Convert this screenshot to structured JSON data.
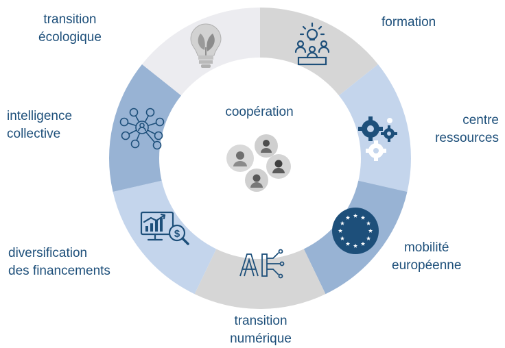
{
  "diagram": {
    "center": {
      "title": "coopération",
      "icon": "people-puzzle-icon"
    },
    "colors": {
      "text": "#1d4f7a",
      "ring_light_blue": "#c4d5ec",
      "ring_mid_blue": "#98b3d4",
      "ring_gray": "#d6d6d6",
      "ring_white": "#ececf0",
      "icon_dark": "#1d4f7a",
      "eu_blue": "#1d4f7a"
    },
    "segments": [
      {
        "id": "formation",
        "lines": [
          "formation"
        ],
        "icon": "training-lightbulb-icon"
      },
      {
        "id": "centre-ressources",
        "lines": [
          "centre",
          "ressources"
        ],
        "icon": "gears-icon"
      },
      {
        "id": "mobilite-europeenne",
        "lines": [
          "mobilité",
          "européenne"
        ],
        "icon": "eu-flag-icon"
      },
      {
        "id": "transition-numerique",
        "lines": [
          "transition",
          "numérique"
        ],
        "icon": "ai-circuit-icon"
      },
      {
        "id": "diversification-financements",
        "lines": [
          "diversification",
          "des financements"
        ],
        "icon": "finance-chart-icon"
      },
      {
        "id": "intelligence-collective",
        "lines": [
          "intelligence",
          "collective"
        ],
        "icon": "network-people-icon"
      },
      {
        "id": "transition-ecologique",
        "lines": [
          "transition",
          "écologique"
        ],
        "icon": "eco-bulb-icon"
      }
    ]
  }
}
